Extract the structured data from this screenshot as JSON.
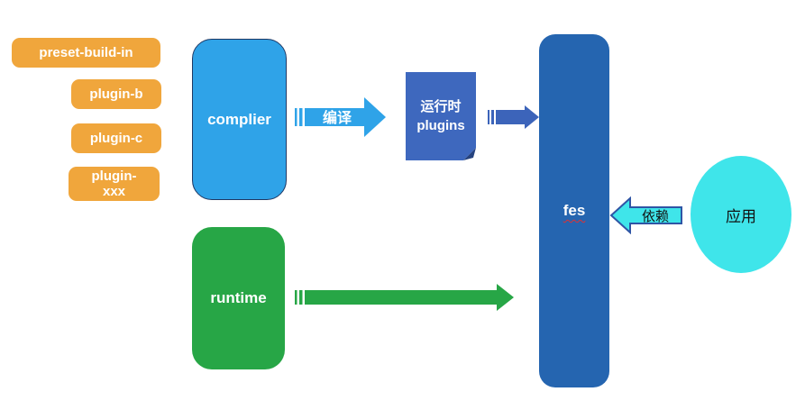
{
  "diagram": {
    "background": "#ffffff",
    "plugin_chips": {
      "color": "#F0A63C",
      "text_color": "#FFFFFF",
      "items": [
        {
          "label": "preset-build-in"
        },
        {
          "label": "plugin-b"
        },
        {
          "label": "plugin-c"
        },
        {
          "label": "plugin-xxx"
        }
      ]
    },
    "nodes": {
      "complier": {
        "label": "complier",
        "fill": "#2FA3E8",
        "border": "#1F3864",
        "text_color": "#FFFFFF"
      },
      "runtime": {
        "label": "runtime",
        "fill": "#27A646",
        "text_color": "#FFFFFF"
      },
      "runtime_plugins": {
        "label_line1": "运行时",
        "label_line2": "plugins",
        "fill": "#3E68BE",
        "fold_color": "#26437F",
        "text_color": "#FFFFFF"
      },
      "fes": {
        "label": "fes",
        "fill": "#2565B0",
        "text_color": "#FFFFFF",
        "spellcheck_underline": "#E03131"
      },
      "app": {
        "label": "应用",
        "fill": "#3FE5EA",
        "text_color": "#111111"
      }
    },
    "arrows": {
      "compile": {
        "label": "编译",
        "color": "#2FA3E8",
        "label_color": "#FFFFFF"
      },
      "plugins_to_fes": {
        "color": "#3C64BA"
      },
      "runtime_to_fes": {
        "color": "#27A646"
      },
      "depend": {
        "label": "依赖",
        "fill": "#3FE5EA",
        "stroke": "#2F55A5",
        "label_color": "#111111"
      }
    }
  }
}
